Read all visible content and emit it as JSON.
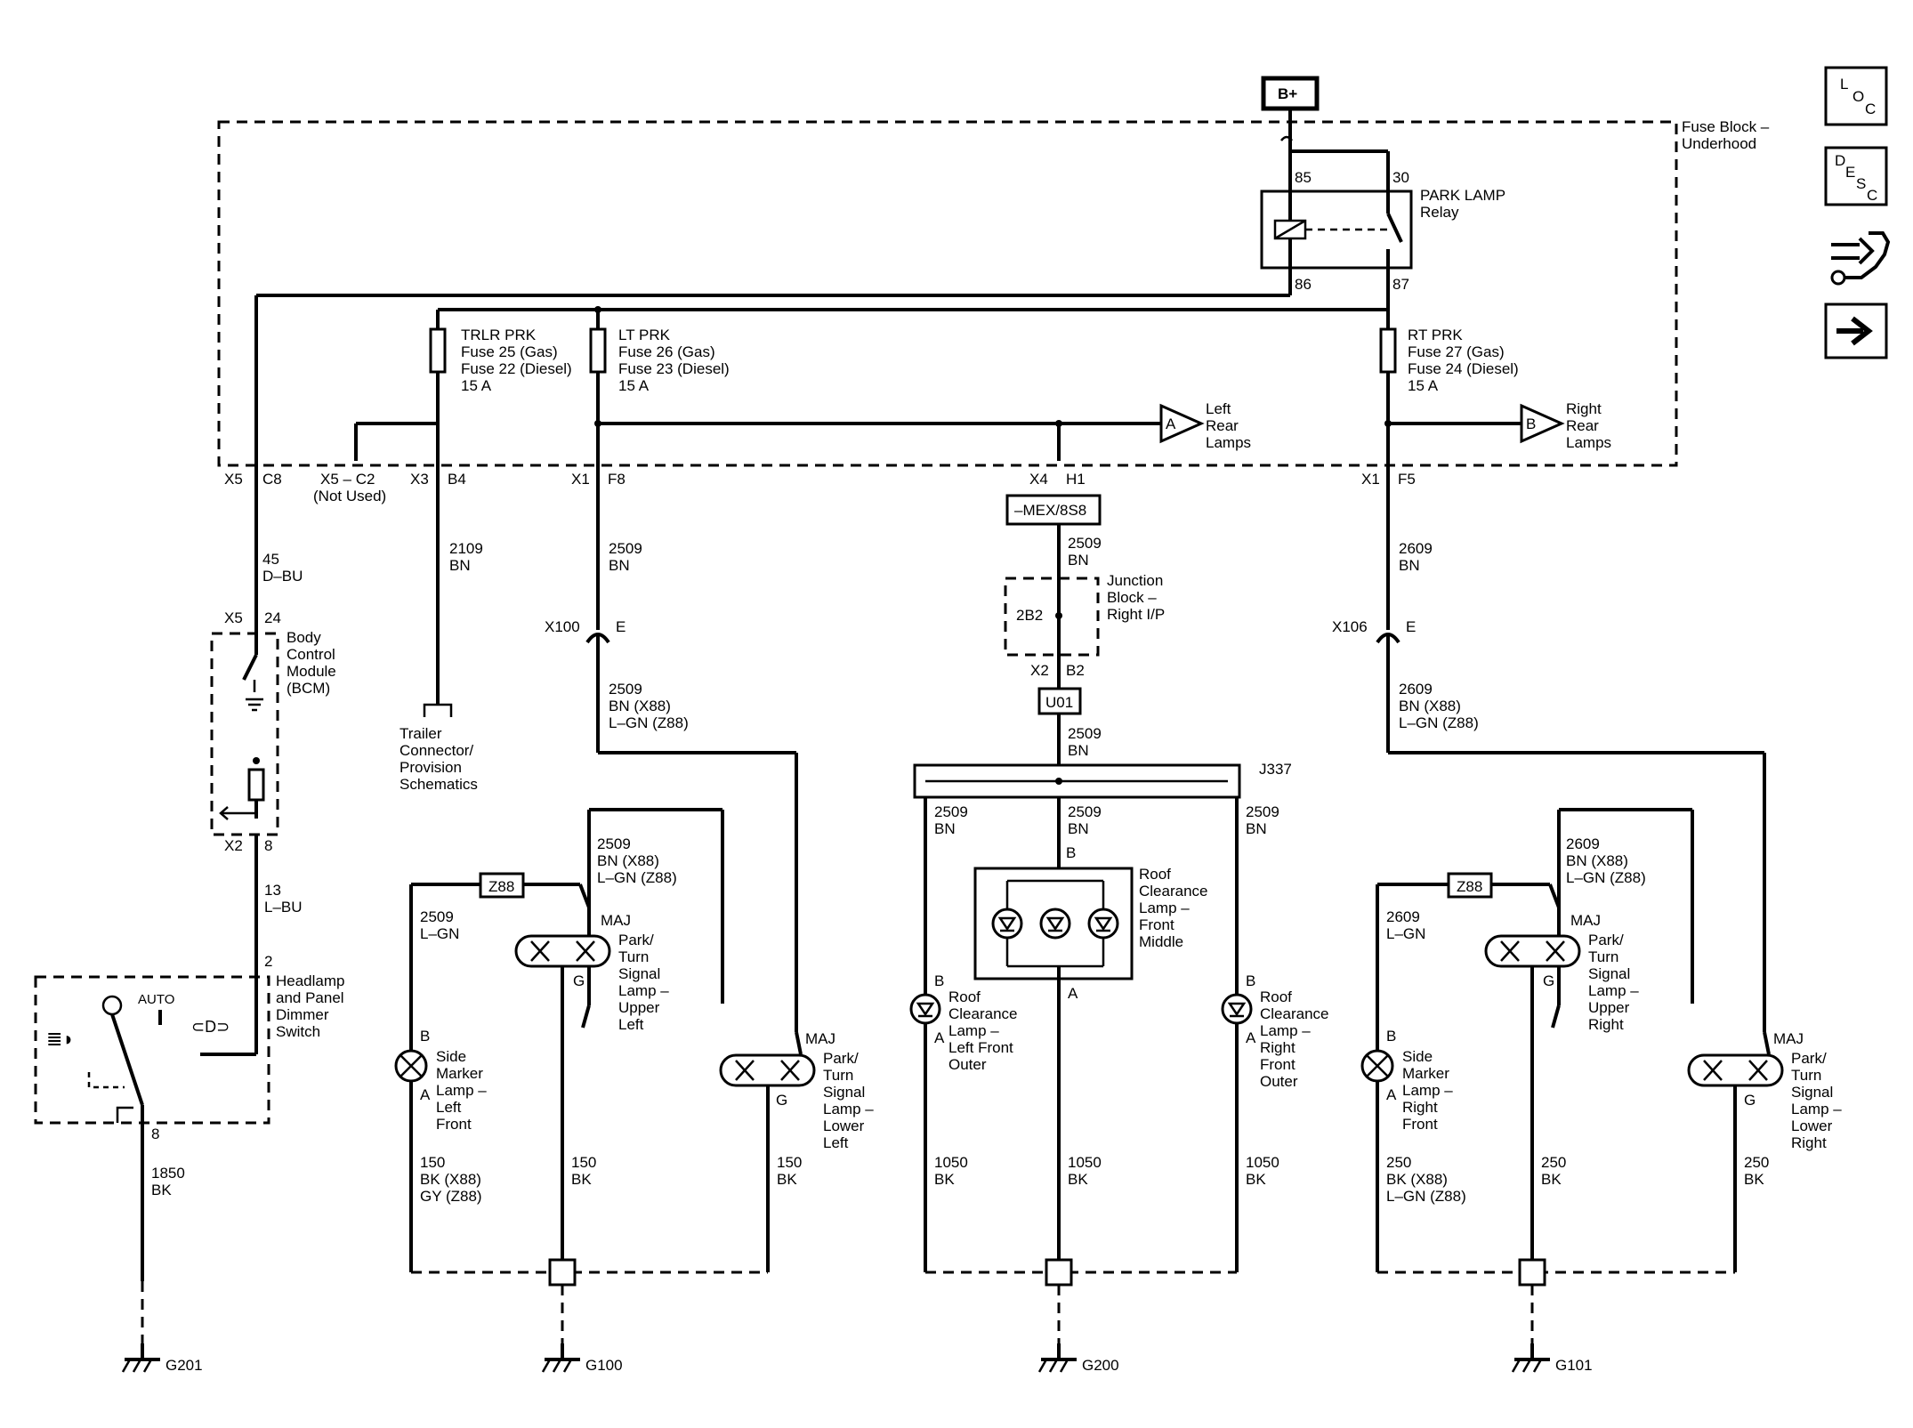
{
  "power": {
    "b_plus": "B+"
  },
  "fuse_block": {
    "label_line1": "Fuse Block –",
    "label_line2": "Underhood"
  },
  "relay": {
    "name_line1": "PARK LAMP",
    "name_line2": "Relay",
    "pin85": "85",
    "pin30": "30",
    "pin86": "86",
    "pin87": "87"
  },
  "fuses": {
    "trlr": {
      "l1": "TRLR PRK",
      "l2": "Fuse 25 (Gas)",
      "l3": "Fuse 22 (Diesel)",
      "l4": "15 A"
    },
    "lt": {
      "l1": "LT PRK",
      "l2": "Fuse 26 (Gas)",
      "l3": "Fuse 23 (Diesel)",
      "l4": "15 A"
    },
    "rt": {
      "l1": "RT PRK",
      "l2": "Fuse 27 (Gas)",
      "l3": "Fuse 24 (Diesel)",
      "l4": "15 A"
    }
  },
  "offpage": {
    "a": {
      "letter": "A",
      "l1": "Left",
      "l2": "Rear",
      "l3": "Lamps"
    },
    "b": {
      "letter": "B",
      "l1": "Right",
      "l2": "Rear",
      "l3": "Lamps"
    }
  },
  "connectors": {
    "x5": "X5",
    "c8": "C8",
    "x5c2": "X5 – C2",
    "not_used": "(Not Used)",
    "x3": "X3",
    "b4": "B4",
    "x1": "X1",
    "f8": "F8",
    "x4": "X4",
    "h1": "H1",
    "x1b": "X1",
    "f5": "F5",
    "mex": "–MEX/8S8",
    "x100": "X100",
    "x100_e": "E",
    "x106": "X106",
    "x106_e": "E",
    "x2": "X2",
    "b2": "B2",
    "u01": "U01",
    "j337": "J337",
    "x5_24": "X5",
    "pin24": "24",
    "x2_8": "X2",
    "pin8": "8"
  },
  "wires": {
    "w45": {
      "num": "45",
      "color": "D–BU"
    },
    "w2109": {
      "num": "2109",
      "color": "BN"
    },
    "w2509_a": {
      "num": "2509",
      "color": "BN"
    },
    "w2509_b": {
      "num": "2509",
      "l2": "BN (X88)",
      "l3": "L–GN (Z88)"
    },
    "w2509_c": {
      "num": "2509",
      "color": "BN"
    },
    "w2509_d": {
      "num": "2509",
      "color": "BN"
    },
    "w2509_e": {
      "num": "2509",
      "color": "BN"
    },
    "w2509_f": {
      "num": "2509",
      "color": "BN"
    },
    "w2509_g": {
      "num": "2509",
      "color": "BN"
    },
    "w2509_h": {
      "num": "2509",
      "l2": "BN (X88)",
      "l3": "L–GN (Z88)"
    },
    "w2509_i": {
      "num": "2509",
      "color": "L–GN"
    },
    "w2609_a": {
      "num": "2609",
      "color": "BN"
    },
    "w2609_b": {
      "num": "2609",
      "l2": "BN (X88)",
      "l3": "L–GN (Z88)"
    },
    "w2609_c": {
      "num": "2609",
      "l2": "BN (X88)",
      "l3": "L–GN (Z88)"
    },
    "w2609_d": {
      "num": "2609",
      "color": "L–GN"
    },
    "w13": {
      "num": "13",
      "color": "L–BU"
    },
    "w1850": {
      "num": "1850",
      "color": "BK"
    },
    "w150a": {
      "num": "150",
      "l2": "BK (X88)",
      "l3": "GY (Z88)"
    },
    "w150b": {
      "num": "150",
      "color": "BK"
    },
    "w150c": {
      "num": "150",
      "color": "BK"
    },
    "w1050a": {
      "num": "1050",
      "color": "BK"
    },
    "w1050b": {
      "num": "1050",
      "color": "BK"
    },
    "w1050c": {
      "num": "1050",
      "color": "BK"
    },
    "w250a": {
      "num": "250",
      "l2": "BK (X88)",
      "l3": "L–GN (Z88)"
    },
    "w250b": {
      "num": "250",
      "color": "BK"
    },
    "w250c": {
      "num": "250",
      "color": "BK"
    }
  },
  "components": {
    "bcm": {
      "l1": "Body",
      "l2": "Control",
      "l3": "Module",
      "l4": "(BCM)"
    },
    "trailer": {
      "l1": "Trailer",
      "l2": "Connector/",
      "l3": "Provision",
      "l4": "Schematics"
    },
    "jb": {
      "l1": "Junction",
      "l2": "Block –",
      "l3": "Right I/P",
      "code": "2B2"
    },
    "headlamp_switch": {
      "l1": "Headlamp",
      "l2": "and Panel",
      "l3": "Dimmer",
      "l4": "Switch",
      "auto": "AUTO",
      "pin2": "2",
      "pin8": "8"
    },
    "z88_left": "Z88",
    "z88_right": "Z88",
    "park_upper_left": {
      "maj": "MAJ",
      "g": "G",
      "l1": "Park/",
      "l2": "Turn",
      "l3": "Signal",
      "l4": "Lamp –",
      "l5": "Upper",
      "l6": "Left"
    },
    "park_lower_left": {
      "maj": "MAJ",
      "g": "G",
      "l1": "Park/",
      "l2": "Turn",
      "l3": "Signal",
      "l4": "Lamp –",
      "l5": "Lower",
      "l6": "Left"
    },
    "side_marker_left": {
      "b": "B",
      "a": "A",
      "l1": "Side",
      "l2": "Marker",
      "l3": "Lamp –",
      "l4": "Left",
      "l5": "Front"
    },
    "park_upper_right": {
      "maj": "MAJ",
      "g": "G",
      "l1": "Park/",
      "l2": "Turn",
      "l3": "Signal",
      "l4": "Lamp –",
      "l5": "Upper",
      "l6": "Right"
    },
    "park_lower_right": {
      "maj": "MAJ",
      "g": "G",
      "l1": "Park/",
      "l2": "Turn",
      "l3": "Signal",
      "l4": "Lamp –",
      "l5": "Lower",
      "l6": "Right"
    },
    "side_marker_right": {
      "b": "B",
      "a": "A",
      "l1": "Side",
      "l2": "Marker",
      "l3": "Lamp –",
      "l4": "Right",
      "l5": "Front"
    },
    "roof_middle": {
      "b": "B",
      "a": "A",
      "l1": "Roof",
      "l2": "Clearance",
      "l3": "Lamp –",
      "l4": "Front",
      "l5": "Middle"
    },
    "roof_left": {
      "b": "B",
      "a": "A",
      "l1": "Roof",
      "l2": "Clearance",
      "l3": "Lamp –",
      "l4": "Left Front",
      "l5": "Outer"
    },
    "roof_right": {
      "b": "B",
      "a": "A",
      "l1": "Roof",
      "l2": "Clearance",
      "l3": "Lamp –",
      "l4": "Right",
      "l5": "Front",
      "l6": "Outer"
    }
  },
  "grounds": {
    "g201": "G201",
    "g100": "G100",
    "g200": "G200",
    "g101": "G101"
  },
  "side_icons": {
    "loc": [
      "L",
      "O",
      "C"
    ],
    "desc": [
      "D",
      "E",
      "S",
      "C"
    ]
  }
}
